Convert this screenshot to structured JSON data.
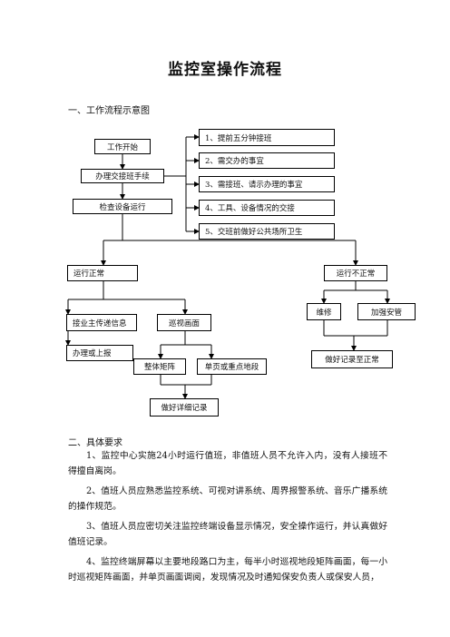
{
  "title": "监控室操作流程",
  "section1": "一、工作流程示意图",
  "flow": {
    "start": "工作开始",
    "handover": "办理交接班手续",
    "check": "检查设备运行",
    "items": [
      "1、提前五分钟接班",
      "2、需交办的事宜",
      "3、需接班、请示办理的事宜",
      "4、工具、设备情况的交接",
      "5、交班前做好公共场所卫生"
    ],
    "normal": "运行正常",
    "abnormal": "运行不正常",
    "receive_info": "接业主传递信息",
    "patrol": "巡视画面",
    "report": "办理或上报",
    "matrix": "整体矩阵",
    "single": "单页或重点地段",
    "record": "做好详细记录",
    "repair": "维修",
    "security": "加强安管",
    "record_normal": "做好记录至正常"
  },
  "section2": "二、具体要求",
  "requirements": [
    "1、监控中心实施24小时运行值班，非值班人员不允许入内，没有人接班不得擅自离岗。",
    "2、值班人员应熟悉监控系统、可视对讲系统、周界报警系统、音乐广播系统的操作规范。",
    "3、值班人员应密切关注监控终端设备显示情况，安全操作运行，并认真做好值班记录。",
    "4、监控终端屏幕以主要地段路口为主，每半小时巡视地段矩阵画面，每一小时巡视矩阵画面，并单页画面调阅，发现情况及时通知保安负责人或保安人员，"
  ]
}
